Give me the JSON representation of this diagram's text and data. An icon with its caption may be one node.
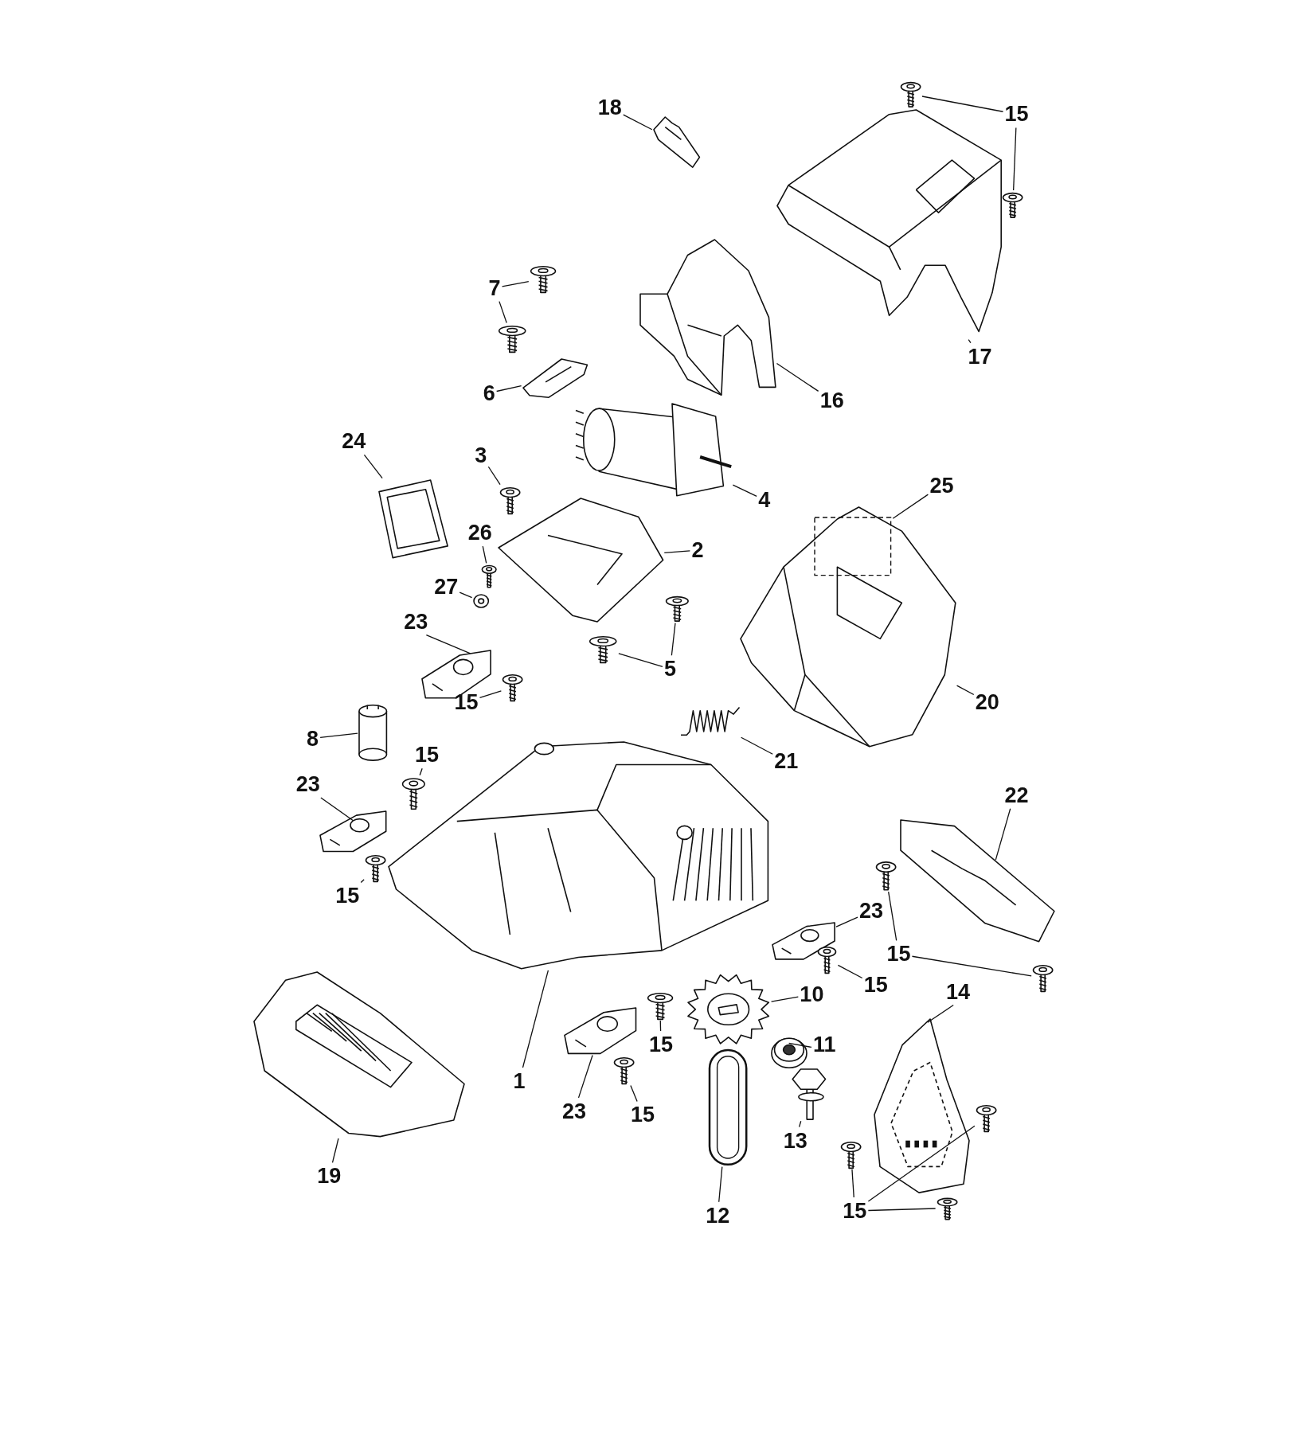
{
  "diagram": {
    "nodes": [
      {
        "text": [
          "18"
        ]
      },
      {
        "text": [],
        "shape": "picture"
      },
      {
        "text": [
          "15"
        ]
      },
      {
        "text": [],
        "shape": "picture"
      },
      {
        "text": [],
        "shape": "picture"
      },
      {
        "text": [
          "17"
        ]
      },
      {
        "text": [],
        "shape": "picture"
      },
      {
        "text": [
          "7"
        ]
      },
      {
        "text": [],
        "shape": "picture"
      },
      {
        "text": [],
        "shape": "picture"
      },
      {
        "text": [
          "6"
        ]
      },
      {
        "text": [],
        "shape": "picture"
      },
      {
        "text": [
          "16"
        ]
      },
      {
        "text": [],
        "shape": "picture"
      },
      {
        "text": [
          "24"
        ]
      },
      {
        "text": [],
        "shape": "picture"
      },
      {
        "text": [
          "3"
        ]
      },
      {
        "text": [],
        "shape": "picture"
      },
      {
        "text": [
          "4"
        ]
      },
      {
        "text": [],
        "shape": "picture"
      },
      {
        "text": [
          "25"
        ]
      },
      {
        "text": [],
        "shape": "picture"
      },
      {
        "text": [],
        "shape": "box",
        "in": 21
      },
      {
        "text": [
          "26"
        ]
      },
      {
        "text": [],
        "shape": "picture"
      },
      {
        "text": [
          "2"
        ]
      },
      {
        "text": [],
        "shape": "picture"
      },
      {
        "text": [
          "27"
        ]
      },
      {
        "text": [],
        "shape": "picture"
      },
      {
        "text": [
          "23"
        ]
      },
      {
        "text": [],
        "shape": "picture"
      },
      {
        "text": [
          "5"
        ]
      },
      {
        "text": [],
        "shape": "picture"
      },
      {
        "text": [],
        "shape": "picture"
      },
      {
        "text": [
          "15"
        ]
      },
      {
        "text": [],
        "shape": "picture"
      },
      {
        "text": [
          "20"
        ]
      },
      {
        "text": [
          "8"
        ]
      },
      {
        "text": [],
        "shape": "picture"
      },
      {
        "text": [
          "21"
        ]
      },
      {
        "text": [],
        "shape": "picture"
      },
      {
        "text": [
          "15"
        ]
      },
      {
        "text": [],
        "shape": "picture"
      },
      {
        "text": [
          "23"
        ]
      },
      {
        "text": [],
        "shape": "picture"
      },
      {
        "text": [
          "22"
        ]
      },
      {
        "text": [],
        "shape": "picture"
      },
      {
        "text": [
          "23"
        ]
      },
      {
        "text": [],
        "shape": "picture"
      },
      {
        "text": [
          "15"
        ]
      },
      {
        "text": [],
        "shape": "picture"
      },
      {
        "text": [
          "15"
        ]
      },
      {
        "text": [],
        "shape": "picture"
      },
      {
        "text": [],
        "shape": "picture"
      },
      {
        "text": [
          "15"
        ]
      },
      {
        "text": [],
        "shape": "picture"
      },
      {
        "text": [
          "10"
        ]
      },
      {
        "text": [],
        "shape": "picture"
      },
      {
        "text": [
          "14"
        ]
      },
      {
        "text": [],
        "shape": "picture"
      },
      {
        "text": [
          "1"
        ]
      },
      {
        "text": [],
        "shape": "picture"
      },
      {
        "text": [
          "15"
        ]
      },
      {
        "text": [],
        "shape": "picture"
      },
      {
        "text": [
          "11"
        ]
      },
      {
        "text": [],
        "shape": "picture"
      },
      {
        "text": [
          "23"
        ]
      },
      {
        "text": [],
        "shape": "picture"
      },
      {
        "text": [
          "15"
        ]
      },
      {
        "text": [],
        "shape": "picture"
      },
      {
        "text": [
          "13"
        ]
      },
      {
        "text": [],
        "shape": "picture"
      },
      {
        "text": [
          "19"
        ]
      },
      {
        "text": [],
        "shape": "picture"
      },
      {
        "text": [
          "12"
        ]
      },
      {
        "text": [],
        "shape": "picture"
      },
      {
        "text": [
          "15"
        ]
      },
      {
        "text": [],
        "shape": "picture"
      },
      {
        "text": [],
        "shape": "picture"
      },
      {
        "text": [],
        "shape": "picture"
      }
    ],
    "edges": [
      {
        "from": 0,
        "to": 1,
        "arrow": "none"
      },
      {
        "from": 2,
        "to": 3,
        "arrow": "none"
      },
      {
        "from": 2,
        "to": 4,
        "arrow": "none"
      },
      {
        "from": 5,
        "to": 6,
        "arrow": "none"
      },
      {
        "from": 7,
        "to": 8,
        "arrow": "none"
      },
      {
        "from": 7,
        "to": 9,
        "arrow": "none"
      },
      {
        "from": 10,
        "to": 11,
        "arrow": "none"
      },
      {
        "from": 12,
        "to": 13,
        "arrow": "none"
      },
      {
        "from": 14,
        "to": 15,
        "arrow": "none"
      },
      {
        "from": 16,
        "to": 17,
        "arrow": "none"
      },
      {
        "from": 18,
        "to": 19,
        "arrow": "none"
      },
      {
        "from": 20,
        "to": 22,
        "arrow": "none"
      },
      {
        "from": 23,
        "to": 24,
        "arrow": "none"
      },
      {
        "from": 25,
        "to": 26,
        "arrow": "none"
      },
      {
        "from": 27,
        "to": 28,
        "arrow": "none"
      },
      {
        "from": 29,
        "to": 30,
        "arrow": "none"
      },
      {
        "from": 31,
        "to": 32,
        "arrow": "none"
      },
      {
        "from": 31,
        "to": 33,
        "arrow": "none"
      },
      {
        "from": 34,
        "to": 35,
        "arrow": "none"
      },
      {
        "from": 36,
        "to": 21,
        "arrow": "none"
      },
      {
        "from": 37,
        "to": 38,
        "arrow": "none"
      },
      {
        "from": 39,
        "to": 40,
        "arrow": "none"
      },
      {
        "from": 41,
        "to": 42,
        "arrow": "none"
      },
      {
        "from": 43,
        "to": 44,
        "arrow": "none"
      },
      {
        "from": 45,
        "to": 46,
        "arrow": "none"
      },
      {
        "from": 47,
        "to": 48,
        "arrow": "none"
      },
      {
        "from": 49,
        "to": 50,
        "arrow": "none"
      },
      {
        "from": 51,
        "to": 52,
        "arrow": "none"
      },
      {
        "from": 51,
        "to": 53,
        "arrow": "none"
      },
      {
        "from": 54,
        "to": 55,
        "arrow": "none"
      },
      {
        "from": 56,
        "to": 57,
        "arrow": "none"
      },
      {
        "from": 58,
        "to": 59,
        "arrow": "none"
      },
      {
        "from": 60,
        "to": 61,
        "arrow": "none"
      },
      {
        "from": 62,
        "to": 63,
        "arrow": "none"
      },
      {
        "from": 64,
        "to": 65,
        "arrow": "none"
      },
      {
        "from": 66,
        "to": 67,
        "arrow": "none"
      },
      {
        "from": 68,
        "to": 69,
        "arrow": "none"
      },
      {
        "from": 70,
        "to": 71,
        "arrow": "none"
      },
      {
        "from": 72,
        "to": 73,
        "arrow": "none"
      },
      {
        "from": 74,
        "to": 75,
        "arrow": "none"
      },
      {
        "from": 76,
        "to": 77,
        "arrow": "none"
      },
      {
        "from": 76,
        "to": 78,
        "arrow": "none"
      },
      {
        "from": 76,
        "to": 79,
        "arrow": "none"
      }
    ]
  }
}
